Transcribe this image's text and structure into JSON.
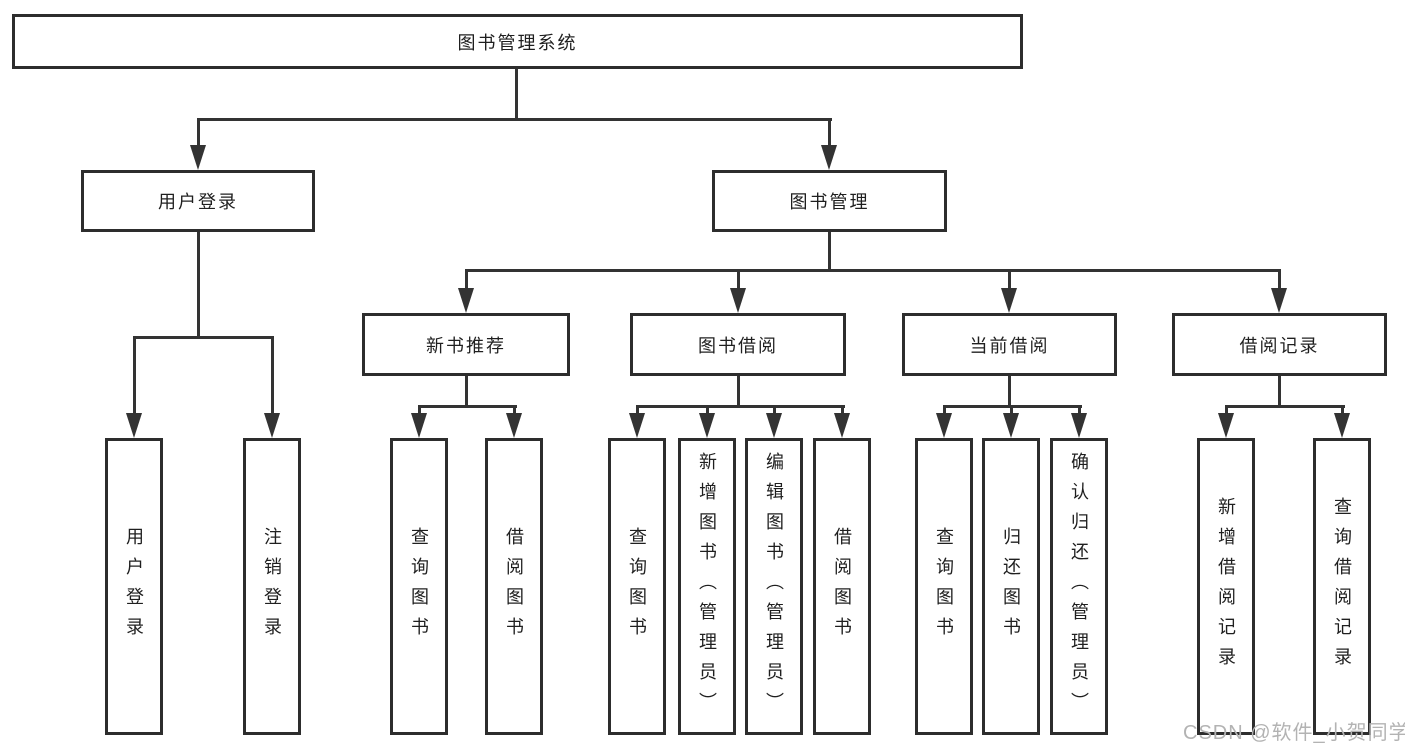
{
  "root": {
    "label": "图书管理系统"
  },
  "level2": [
    {
      "label": "用户登录"
    },
    {
      "label": "图书管理"
    }
  ],
  "level3": [
    {
      "label": "新书推荐"
    },
    {
      "label": "图书借阅"
    },
    {
      "label": "当前借阅"
    },
    {
      "label": "借阅记录"
    }
  ],
  "leaves": [
    {
      "label": "用户登录"
    },
    {
      "label": "注销登录"
    },
    {
      "label": "查询图书"
    },
    {
      "label": "借阅图书"
    },
    {
      "label": "查询图书"
    },
    {
      "label": "新增图书（管理员）"
    },
    {
      "label": "编辑图书（管理员）"
    },
    {
      "label": "借阅图书"
    },
    {
      "label": "查询图书"
    },
    {
      "label": "归还图书"
    },
    {
      "label": "确认归还（管理员）"
    },
    {
      "label": "新增借阅记录"
    },
    {
      "label": "查询借阅记录"
    }
  ],
  "watermark": {
    "text": "CSDN @软件_小贺同学"
  },
  "colors": {
    "background": "#ffffff",
    "box_border": "#2d2d2d",
    "line": "#333333",
    "text": "#1f1f1f",
    "watermark": "#b3b3b3"
  }
}
